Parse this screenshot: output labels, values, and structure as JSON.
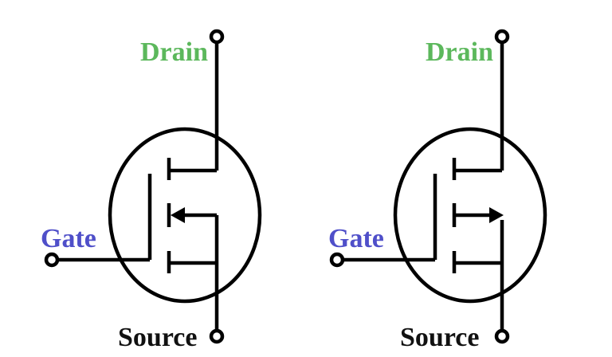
{
  "colors": {
    "drain": "#5cb85c",
    "gate": "#4f4fc9",
    "source": "#111111",
    "wire": "#000000"
  },
  "symbols": [
    {
      "labels": {
        "drain": "Drain",
        "gate": "Gate",
        "source": "Source"
      },
      "arrow_direction": "in"
    },
    {
      "labels": {
        "drain": "Drain",
        "gate": "Gate",
        "source": "Source"
      },
      "arrow_direction": "out"
    }
  ]
}
